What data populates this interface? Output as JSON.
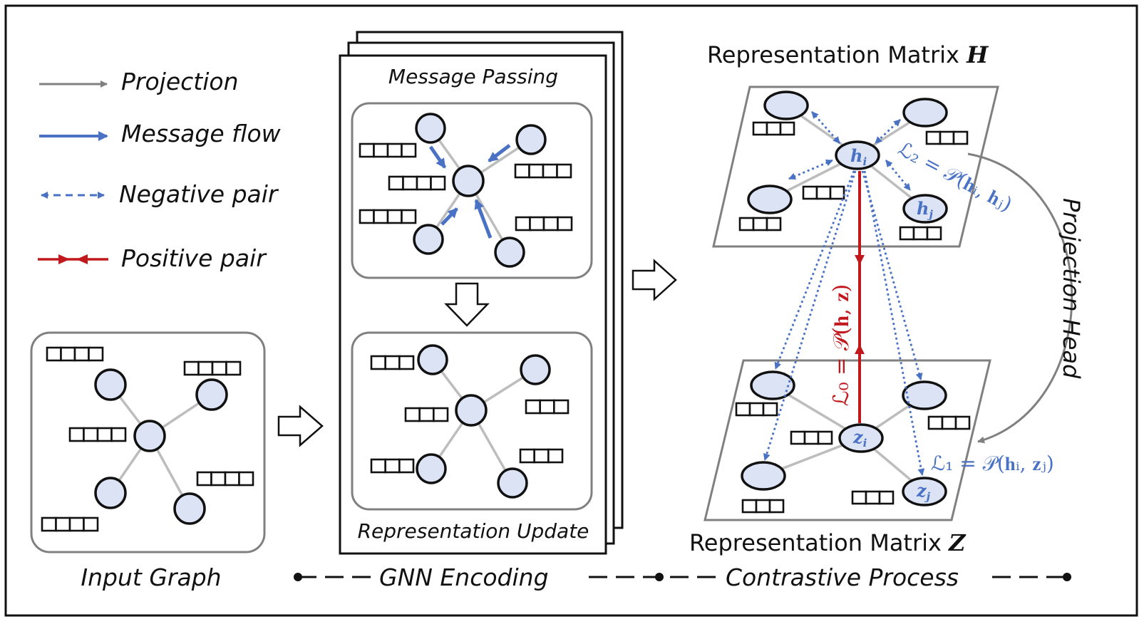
{
  "legend": {
    "projection": "Projection",
    "message_flow": "Message flow",
    "negative_pair": "Negative pair",
    "positive_pair": "Positive pair"
  },
  "input_graph": {
    "caption": "Input Graph"
  },
  "gnn": {
    "message_passing": "Message Passing",
    "representation_update": "Representation Update"
  },
  "matrix_h": {
    "label": "Representation Matrix ",
    "symbol": "H",
    "node_i": "h",
    "node_j": "h",
    "sub_i": "i",
    "sub_j": "j"
  },
  "matrix_z": {
    "label": "Representation Matrix ",
    "symbol": "Z",
    "node_i": "z",
    "node_j": "z",
    "sub_i": "i",
    "sub_j": "j"
  },
  "losses": {
    "l0": "ℒ₀ = 𝒫(𝐡, 𝐳)",
    "l1": "ℒ₁ = 𝒫(𝐡ᵢ, 𝐳ⱼ)",
    "l2": "ℒ₂ = 𝒫(𝐡ᵢ, 𝐡ⱼ)"
  },
  "projection_head": "Projection Head",
  "stages": {
    "gnn_encoding": "GNN Encoding",
    "contrastive_process": "Contrastive Process"
  },
  "colors": {
    "node_fill": "#dbe3f5",
    "message_blue": "#4a72c4",
    "positive_red": "#c0181c",
    "projection_gray": "#808080"
  }
}
